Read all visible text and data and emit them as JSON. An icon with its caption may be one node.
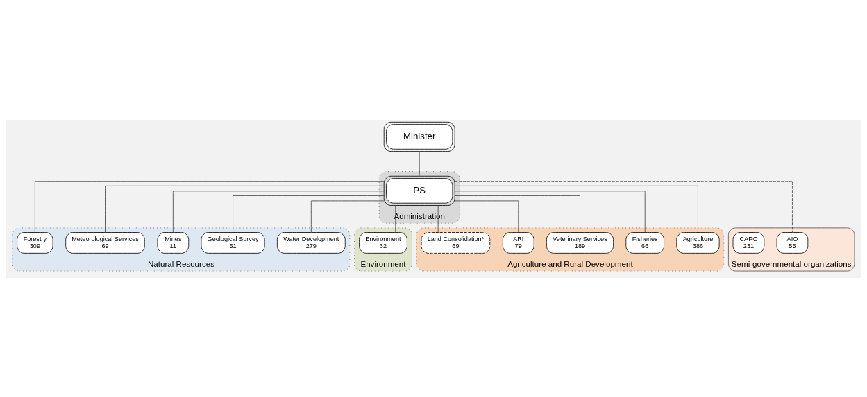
{
  "diagram": {
    "nodes": [
      {
        "text": [
          "Minister"
        ]
      },
      {
        "text": [
          "Administration"
        ]
      },
      {
        "text": [
          "PS"
        ],
        "in": 1
      },
      {
        "text": [
          "Natural Resources"
        ]
      },
      {
        "text": [
          "Water Development",
          "279"
        ],
        "in": 3
      },
      {
        "text": [
          "Geological Survey",
          "51"
        ],
        "in": 3
      },
      {
        "text": [
          "Mines",
          "11"
        ],
        "in": 3
      },
      {
        "text": [
          "Meteorological Services",
          "69"
        ],
        "in": 3
      },
      {
        "text": [
          "Forestry",
          "309"
        ],
        "in": 3
      },
      {
        "text": [
          "Environment"
        ]
      },
      {
        "text": [
          "Environment",
          "32"
        ],
        "in": 9
      },
      {
        "text": [
          "Agriculture and Rural Development"
        ]
      },
      {
        "text": [
          "Agriculture",
          "386"
        ],
        "in": 11
      },
      {
        "text": [
          "Fisheries",
          "66"
        ],
        "in": 11
      },
      {
        "text": [
          "Veterinary Services",
          "189"
        ],
        "in": 11
      },
      {
        "text": [
          "ARI",
          "79"
        ],
        "in": 11
      },
      {
        "text": [
          "Land Consolidation*",
          "69"
        ],
        "in": 11
      },
      {
        "text": [
          "Semi-governmental organizations"
        ]
      },
      {
        "text": [
          "AIO",
          "55"
        ],
        "in": 17
      },
      {
        "text": [
          "CAPO",
          "231"
        ],
        "in": 17
      }
    ],
    "edges": [
      {
        "from": 0,
        "to": 2,
        "arrow": "none"
      },
      {
        "from": 2,
        "to": 4,
        "arrow": "none"
      },
      {
        "from": 2,
        "to": 5,
        "arrow": "none"
      },
      {
        "from": 2,
        "to": 6,
        "arrow": "none"
      },
      {
        "from": 2,
        "to": 7,
        "arrow": "none"
      },
      {
        "from": 2,
        "to": 8,
        "arrow": "none"
      },
      {
        "from": 2,
        "to": 10,
        "arrow": "none"
      },
      {
        "from": 2,
        "to": 12,
        "arrow": "none"
      },
      {
        "from": 2,
        "to": 13,
        "arrow": "none"
      },
      {
        "from": 2,
        "to": 14,
        "arrow": "none"
      },
      {
        "from": 2,
        "to": 15,
        "arrow": "none"
      },
      {
        "from": 2,
        "to": 16,
        "arrow": "none"
      },
      {
        "from": 2,
        "to": 18,
        "arrow": "none",
        "style": "dashed"
      }
    ]
  }
}
